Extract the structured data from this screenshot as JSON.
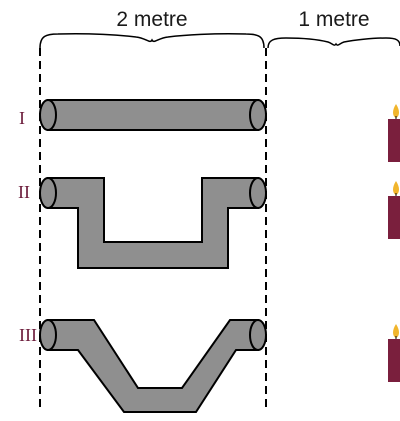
{
  "labels": {
    "span_left": "2 metre",
    "span_right": "1 metre"
  },
  "rows": [
    {
      "id": "I",
      "label": "I",
      "shape": "straight"
    },
    {
      "id": "II",
      "label": "II",
      "shape": "rectangular-dip"
    },
    {
      "id": "III",
      "label": "III",
      "shape": "trapezoidal-dip"
    }
  ],
  "colors": {
    "pipe_fill": "#8f8f8f",
    "candle_body": "#7a1f3d",
    "candle_flame": "#f1b52c",
    "roman_label": "#6b1a3a"
  }
}
